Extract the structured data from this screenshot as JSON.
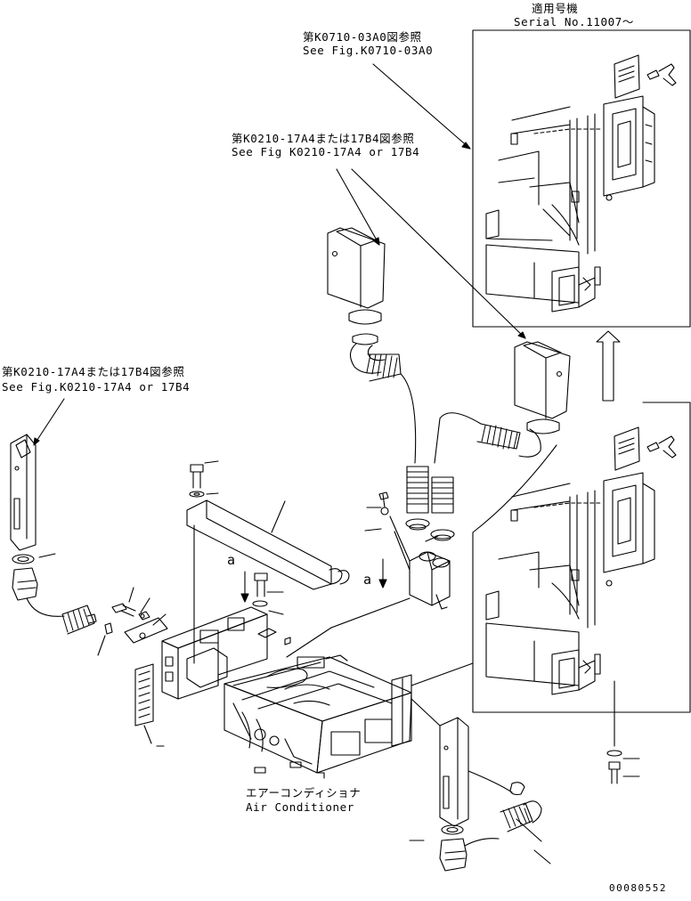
{
  "serial_box": {
    "applicable_jp": "適用号機",
    "serial_label": "Serial No.11007～"
  },
  "references": {
    "fig_03a0_jp": "第K0710-03A0図参照",
    "fig_03a0_en": "See Fig.K0710-03A0",
    "fig_17a4_upper_jp": "第K0210-17A4または17B4図参照",
    "fig_17a4_upper_en": "See Fig K0210-17A4 or 17B4",
    "fig_17a4_left_jp": "第K0210-17A4または17B4図参照",
    "fig_17a4_left_en": "See Fig.K0210-17A4 or 17B4"
  },
  "view_marks": {
    "left": "a",
    "right": "a"
  },
  "component": {
    "name_jp": "エアーコンディショナ",
    "name_en": "Air Conditioner"
  },
  "drawing_number": "00080552"
}
